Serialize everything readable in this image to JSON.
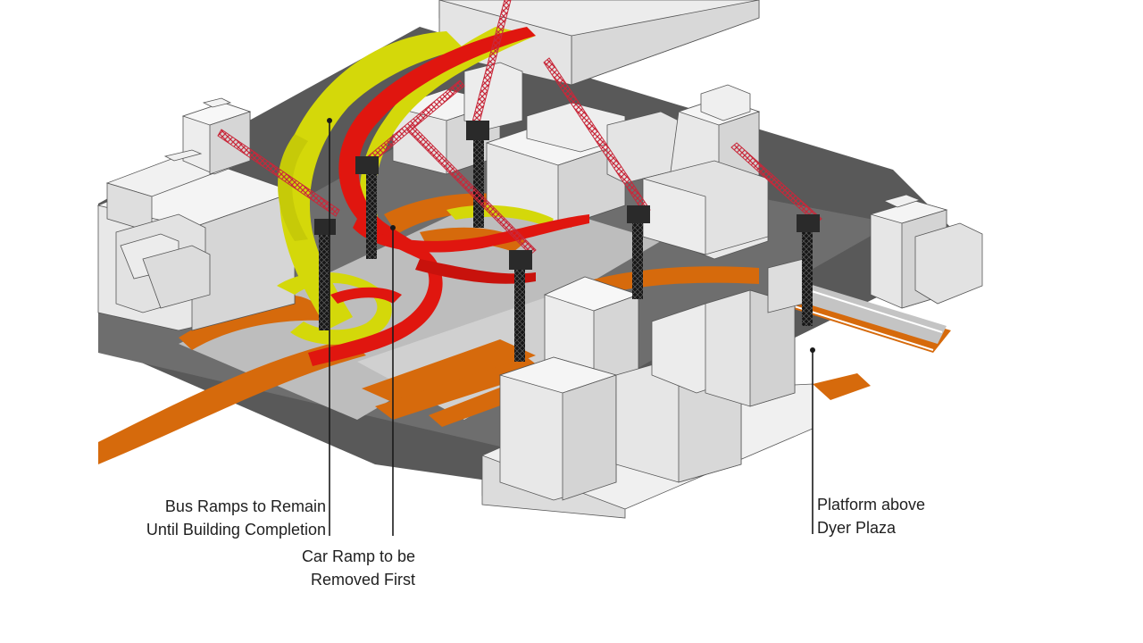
{
  "callouts": {
    "bus_ramps": {
      "line1": "Bus Ramps to Remain",
      "line2": "Until Building Completion"
    },
    "car_ramp": {
      "line1": "Car Ramp to be",
      "line2": "Removed First"
    },
    "platform": {
      "line1": "Platform above",
      "line2": "Dyer Plaza"
    }
  },
  "colors": {
    "bus_ramp": "#d4d80a",
    "car_ramp": "#e0160f",
    "existing_ramps": "#d66a0c",
    "road": "#5a5a5a",
    "building": "#e6e6e6",
    "crane_mast": "#1a1a1a",
    "crane_boom": "#c8283a"
  }
}
